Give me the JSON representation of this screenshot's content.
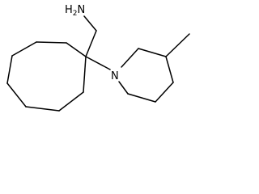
{
  "molecule": {
    "amine_label": "H",
    "amine_subscript": "2",
    "amine_atom": "N",
    "ring_nitrogen_label": "N"
  }
}
